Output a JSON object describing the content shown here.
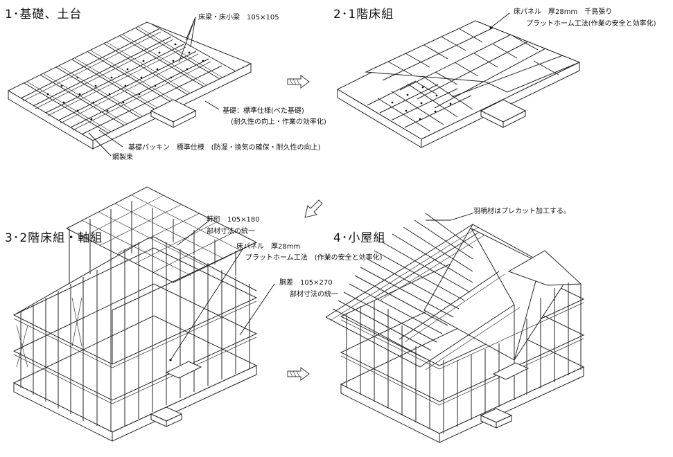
{
  "steps": [
    {
      "title": "1･基礎、土台",
      "labels": {
        "beams": "床梁・床小梁　105×105",
        "foundation_main": "基礎：標準仕様(べた基礎)",
        "foundation_sub": "(耐久性の向上・作業の効率化)",
        "packing": "基礎パッキン　標準仕様　(防湿・換気の確保・耐久性の向上)",
        "steel_post": "鋼製束"
      }
    },
    {
      "title": "2･1階床組",
      "labels": {
        "floor_panel": "床パネル　厚28mm　千鳥張り",
        "platform": "プラットホーム工法(作業の安全と効率化)"
      }
    },
    {
      "title": "3･2階床組・軸組",
      "labels": {
        "eave_beam": "軒桁　105×180",
        "eave_unify": "部材寸法の統一",
        "floor_panel": "床パネル　厚28mm",
        "platform": "プラットホーム工法　(作業の安全と効率化)",
        "girth": "胴差　105×270",
        "girth_unify": "部材寸法の統一"
      }
    },
    {
      "title": "4･小屋組",
      "labels": {
        "precut": "羽柄材はプレカット加工する。"
      }
    }
  ]
}
